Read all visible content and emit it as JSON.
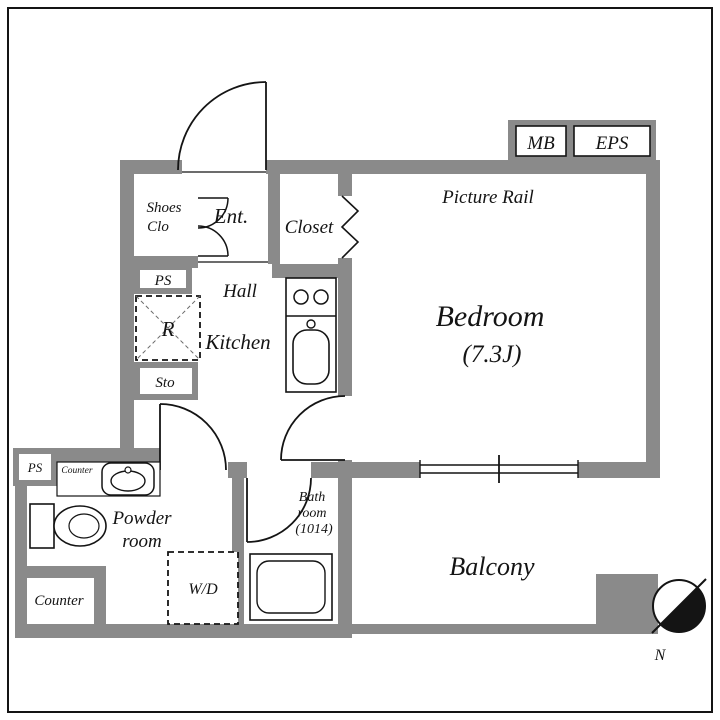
{
  "colors": {
    "wall": "#8a8a8a",
    "line": "#141414",
    "background": "#ffffff"
  },
  "plan": {
    "entrance": {
      "label": "Ent."
    },
    "shoes_closet": {
      "line1": "Shoes",
      "line2": "Clo"
    },
    "hall": {
      "label": "Hall"
    },
    "kitchen": {
      "label": "Kitchen"
    },
    "refrigerator": {
      "label": "R"
    },
    "pipe_space_upper": {
      "label": "PS"
    },
    "storage": {
      "label": "Sto"
    },
    "closet": {
      "label": "Closet"
    },
    "bedroom": {
      "label": "Bedroom",
      "size": "(7.3J)",
      "picture_rail": "Picture Rail"
    },
    "meter_box": {
      "label": "MB"
    },
    "eps": {
      "label": "EPS"
    },
    "powder_room": {
      "line1": "Powder",
      "line2": "room",
      "counter_small": "Counter",
      "counter": "Counter"
    },
    "pipe_space_lower": {
      "label": "PS"
    },
    "washer_dryer": {
      "label": "W/D"
    },
    "bathroom": {
      "line1": "Bath",
      "line2": "room",
      "line3": "(1014)"
    },
    "balcony": {
      "label": "Balcony"
    },
    "compass": {
      "north": "N"
    }
  }
}
